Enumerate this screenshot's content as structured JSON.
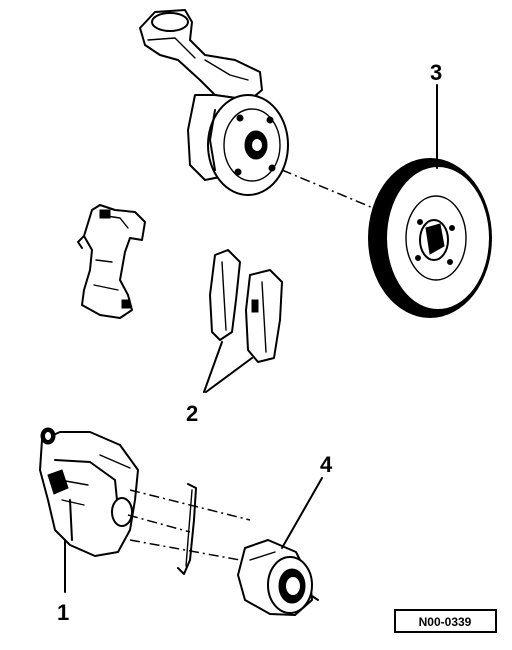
{
  "callouts": {
    "caliper": "1",
    "pads": "2",
    "disc": "3",
    "piston": "4"
  },
  "figure_code": "N00-0339"
}
